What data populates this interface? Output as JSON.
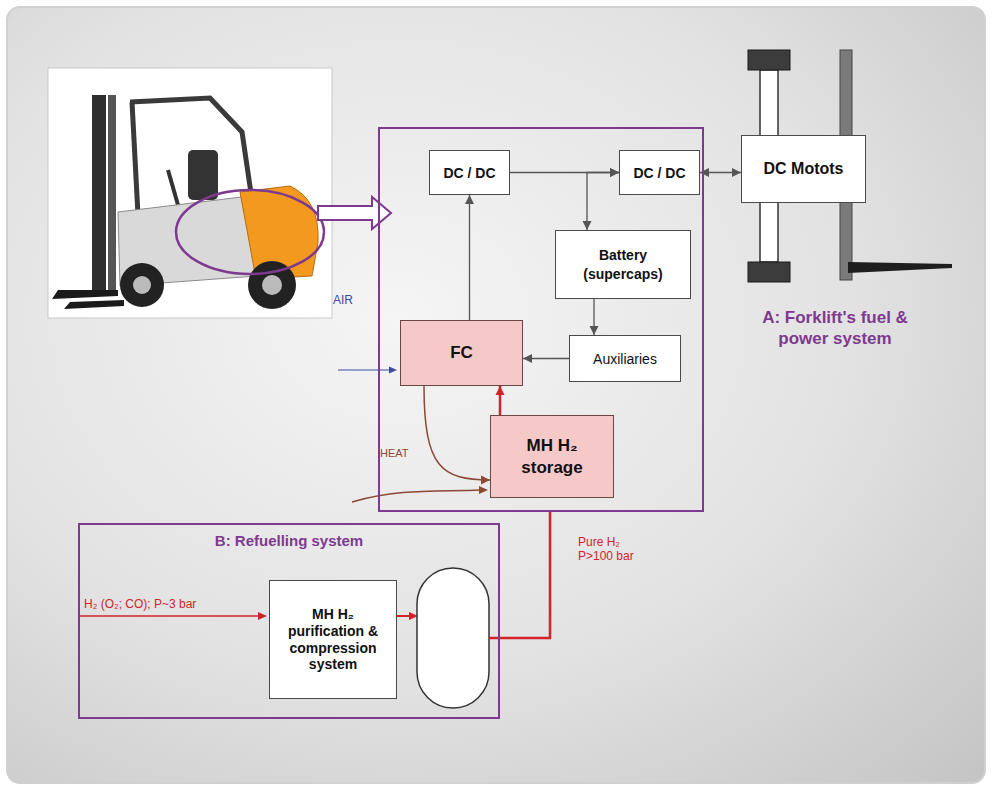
{
  "diagram": {
    "nodes": [
      {
        "text": [
          "A: Forklift's fuel & power system"
        ]
      },
      {
        "text": [
          "DC / DC"
        ],
        "in": 0
      },
      {
        "text": [
          "DC / DC"
        ],
        "in": 0
      },
      {
        "text": [
          "DC Motots"
        ]
      },
      {
        "text": [
          "Battery (supercaps)"
        ],
        "in": 0
      },
      {
        "text": [
          "FC"
        ],
        "in": 0
      },
      {
        "text": [
          "Auxiliaries"
        ],
        "in": 0
      },
      {
        "text": [
          "MH H₂ storage"
        ],
        "in": 0
      },
      {
        "text": [
          "B: Refuelling system"
        ]
      },
      {
        "text": [
          "MH H₂ purification & compression system"
        ],
        "in": 8
      }
    ],
    "edges": [
      {
        "from": 1,
        "to": 2,
        "arrow": "to"
      },
      {
        "from": 2,
        "to": 3,
        "arrow": "both"
      },
      {
        "from": 4,
        "to": 2,
        "arrow": "both"
      },
      {
        "from": 4,
        "to": 6,
        "arrow": "to"
      },
      {
        "from": 6,
        "to": 5,
        "arrow": "to"
      },
      {
        "from": 5,
        "to": 1,
        "arrow": "to"
      },
      {
        "from": 7,
        "to": 5,
        "arrow": "to"
      },
      {
        "from": 5,
        "to": 7,
        "arrow": "to"
      }
    ],
    "labels": [
      "AIR",
      "HEAT",
      "H₂ (O₂; CO); P~3 bar",
      "Pure H₂ P>100 bar"
    ]
  }
}
